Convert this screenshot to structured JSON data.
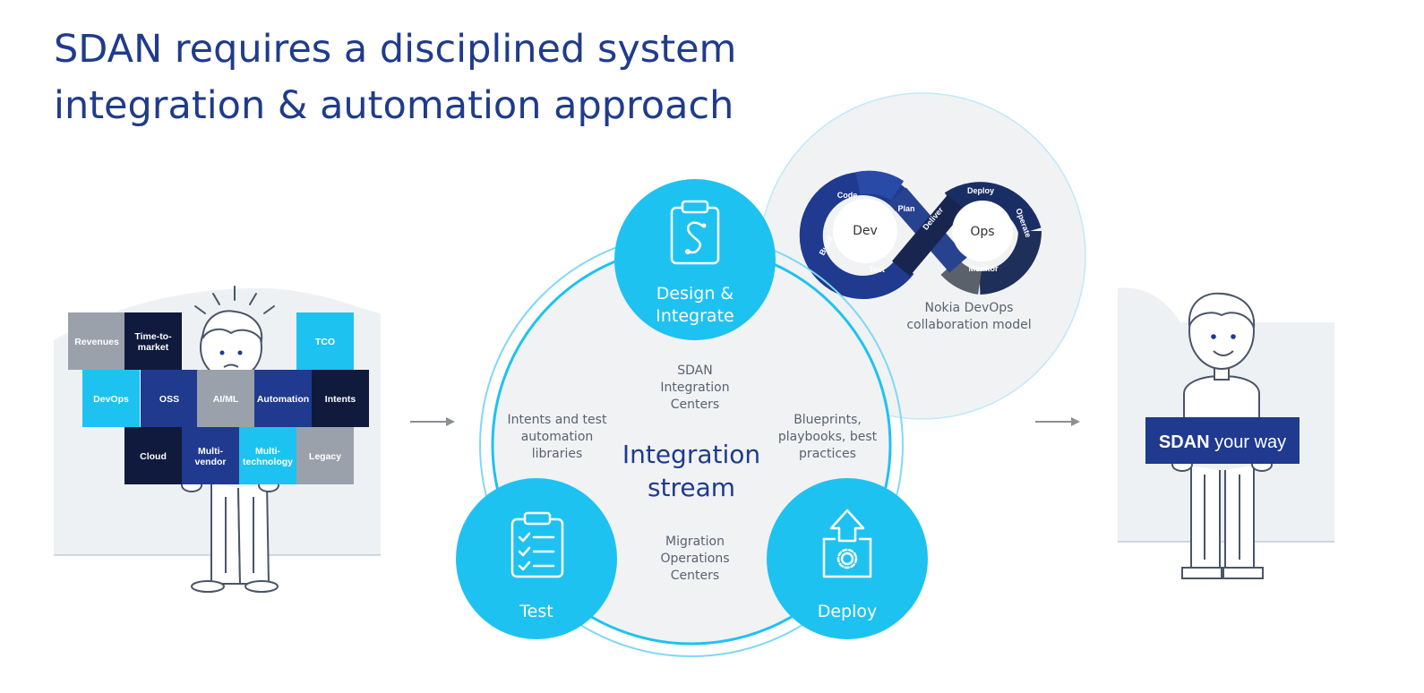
{
  "title": {
    "line1": "SDAN requires a disciplined system",
    "line2": "integration & automation approach"
  },
  "challenges": {
    "tiles": [
      {
        "lines": [
          "Revenues"
        ],
        "color": "#9aa1ab"
      },
      {
        "lines": [
          "Time-to-",
          "market"
        ],
        "color": "#0f1a3d"
      },
      {
        "lines": [
          "TCO"
        ],
        "color": "#1ec2f0"
      },
      {
        "lines": [
          "DevOps"
        ],
        "color": "#1ec2f0"
      },
      {
        "lines": [
          "OSS"
        ],
        "color": "#1f3a8f"
      },
      {
        "lines": [
          "AI/ML"
        ],
        "color": "#9aa1ab"
      },
      {
        "lines": [
          "Automation"
        ],
        "color": "#1f3a8f"
      },
      {
        "lines": [
          "Intents"
        ],
        "color": "#0f1a3d"
      },
      {
        "lines": [
          "Cloud"
        ],
        "color": "#0f1a3d"
      },
      {
        "lines": [
          "Multi-",
          "vendor"
        ],
        "color": "#1f3a8f"
      },
      {
        "lines": [
          "Multi-",
          "technology"
        ],
        "color": "#1ec2f0"
      },
      {
        "lines": [
          "Legacy"
        ],
        "color": "#9aa1ab"
      }
    ]
  },
  "stream": {
    "center_line1": "Integration",
    "center_line2": "stream",
    "top_text": [
      "SDAN",
      "Integration",
      "Centers"
    ],
    "left_text": [
      "Intents and test",
      "automation",
      "libraries"
    ],
    "right_text": [
      "Blueprints,",
      "playbooks, best",
      "practices"
    ],
    "bottom_text": [
      "Migration",
      "Operations",
      "Centers"
    ],
    "nodes": {
      "design": {
        "line1": "Design &",
        "line2": "Integrate",
        "icon": "clipboard-path-icon"
      },
      "test": {
        "label": "Test",
        "icon": "checklist-icon"
      },
      "deploy": {
        "label": "Deploy",
        "icon": "box-upload-gear-icon"
      }
    }
  },
  "devops": {
    "dev": "Dev",
    "ops": "Ops",
    "stages": [
      "Code",
      "Plan",
      "Build",
      "Test",
      "Deliver",
      "Deploy",
      "Operate",
      "Monitor"
    ],
    "caption_line1": "Nokia DevOps",
    "caption_line2": "collaboration model"
  },
  "result": {
    "sign_bold": "SDAN",
    "sign_rest": " your way"
  },
  "colors": {
    "title": "#1f3b8c",
    "cyan": "#1ec2f0",
    "navy": "#1f3a8f",
    "dark_navy": "#0f1a3d",
    "grey": "#9aa1ab",
    "circle_bg": "#f1f2f4"
  }
}
